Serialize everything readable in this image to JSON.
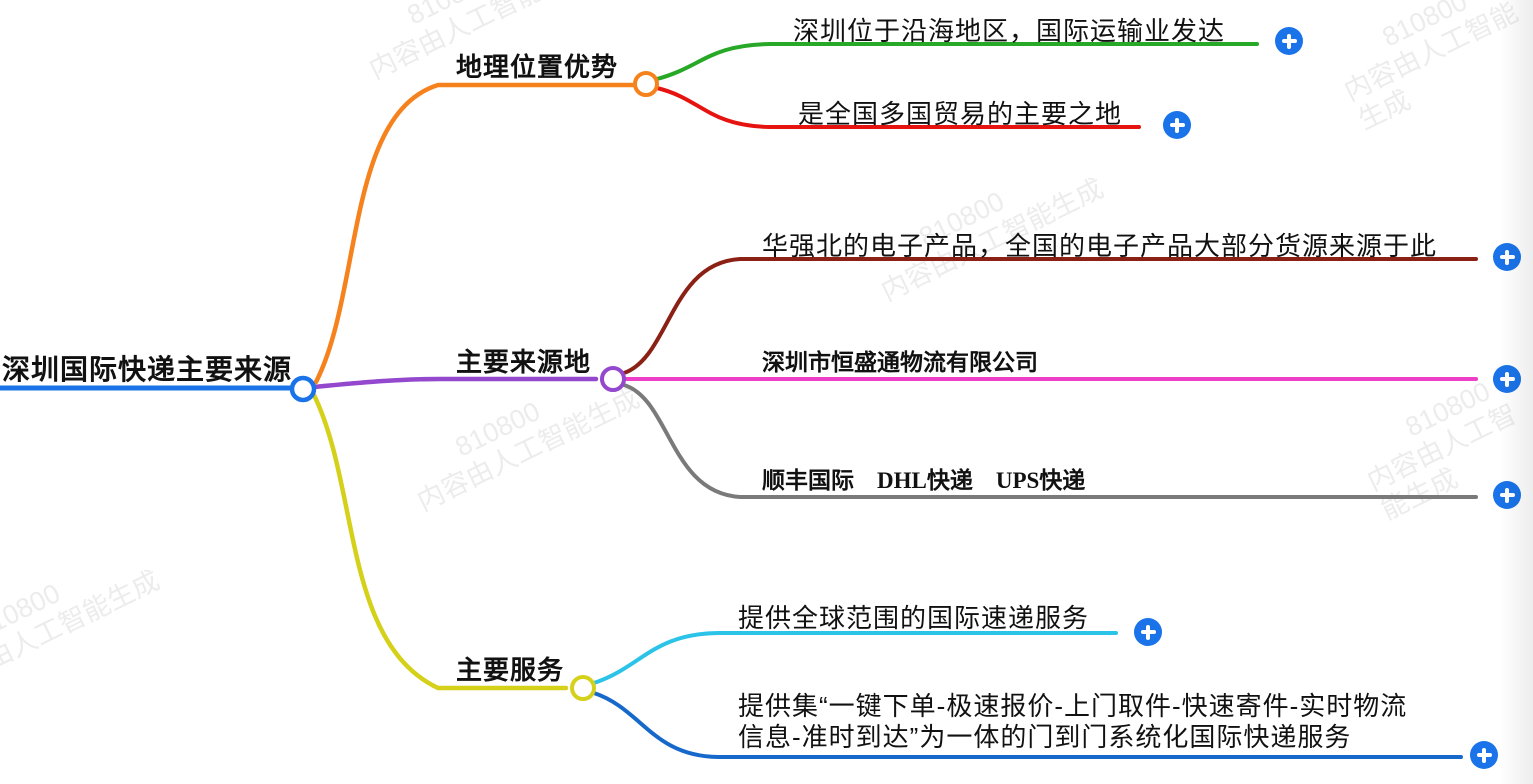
{
  "root": {
    "label": "深圳国际快递主要来源",
    "color": "#1a73e8"
  },
  "branches": [
    {
      "label": "地理位置优势",
      "color": "#f5821d",
      "children": [
        {
          "label": "深圳位于沿海地区，国际运输业发达",
          "color": "#27a827"
        },
        {
          "label": "是全国多国贸易的主要之地",
          "color": "#e51410"
        }
      ]
    },
    {
      "label": "主要来源地",
      "color": "#9348ce",
      "children": [
        {
          "label": "华强北的电子产品，全国的电子产品大部分货源来源于此",
          "color": "#8b2015"
        },
        {
          "label": "深圳市恒盛通物流有限公司",
          "color": "#ee3fc8"
        },
        {
          "label": "顺丰国际　DHL快递　UPS快递",
          "color": "#7a7a7a"
        }
      ]
    },
    {
      "label": "主要服务",
      "color": "#d5d019",
      "children": [
        {
          "label": "提供全球范围的国际速递服务",
          "color": "#2cc3e8"
        },
        {
          "label": "提供集“一键下单-极速报价-上门取件-快速寄件-实时物流信息-准时到达”为一体的门到门系统化国际快递服务",
          "color": "#1668cb"
        }
      ]
    }
  ],
  "watermark": {
    "id": "810800",
    "text": "内容由人工智能生成"
  },
  "ui": {
    "plus_color": "#1a73e8",
    "node_fill": "#ffffff"
  }
}
